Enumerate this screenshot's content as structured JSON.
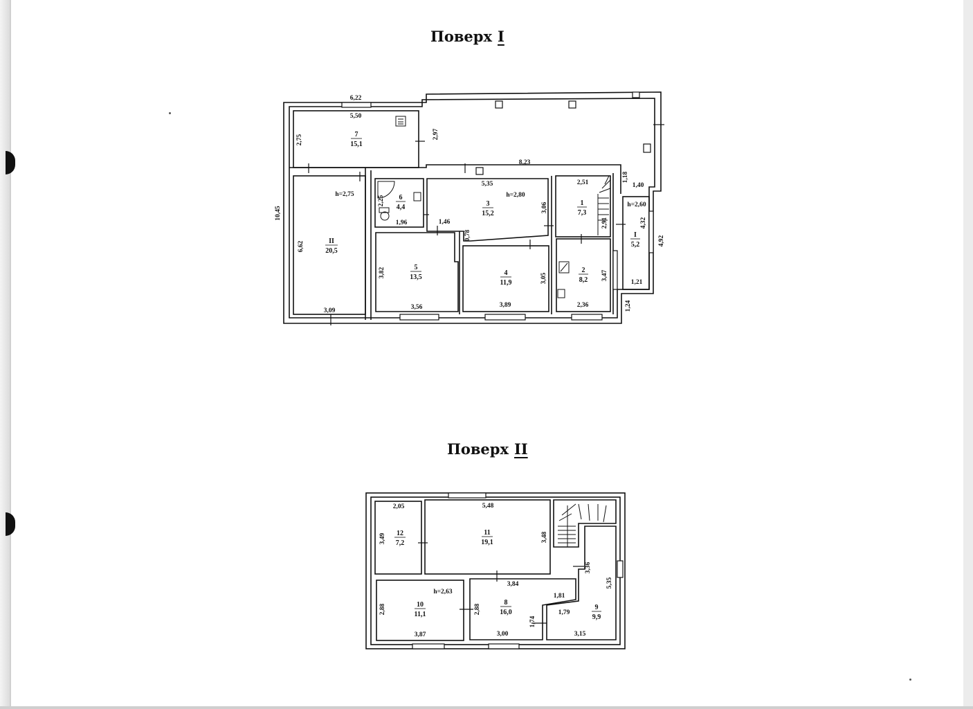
{
  "floors": [
    {
      "title_prefix": "Поверх",
      "title_number": "I",
      "rooms": [
        {
          "id": "7",
          "area": "15,1"
        },
        {
          "id": "II",
          "area": "20,5"
        },
        {
          "id": "6",
          "area": "4,4"
        },
        {
          "id": "3",
          "area": "15,2"
        },
        {
          "id": "1",
          "area": "7,3"
        },
        {
          "id": "I",
          "area": "5,2"
        },
        {
          "id": "5",
          "area": "13,5"
        },
        {
          "id": "4",
          "area": "11,9"
        },
        {
          "id": "2",
          "area": "8,2"
        }
      ],
      "heights": [
        "h=2,75",
        "h=2,80",
        "h=2,60"
      ],
      "dimensions": [
        "6,22",
        "5,50",
        "2,75",
        "2,97",
        "8,23",
        "10,45",
        "1,18",
        "1,40",
        "5,35",
        "2,51",
        "2,25",
        "1,96",
        "3,06",
        "1,46",
        "0,78",
        "2,91",
        "4,32",
        "4,92",
        "6,62",
        "3,82",
        "3,05",
        "3,47",
        "1,21",
        "1,24",
        "3,09",
        "3,56",
        "3,89",
        "2,36"
      ]
    },
    {
      "title_prefix": "Поверх",
      "title_number": "II",
      "rooms": [
        {
          "id": "12",
          "area": "7,2"
        },
        {
          "id": "11",
          "area": "19,1"
        },
        {
          "id": "10",
          "area": "11,1"
        },
        {
          "id": "8",
          "area": "16,0"
        },
        {
          "id": "9",
          "area": "9,9"
        }
      ],
      "heights": [
        "h=2,63"
      ],
      "dimensions": [
        "2,05",
        "5,48",
        "3,49",
        "3,48",
        "3,36",
        "5,35",
        "3,84",
        "1,81",
        "2,88",
        "2,88",
        "1,74",
        "1,79",
        "3,87",
        "3,00",
        "3,15"
      ]
    }
  ]
}
